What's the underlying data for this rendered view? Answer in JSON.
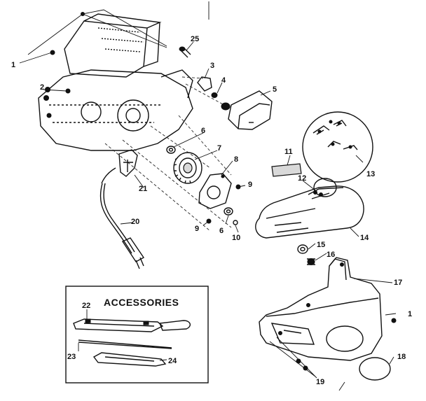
{
  "accessories_title": "ACCESSORIES",
  "callouts": {
    "c1a": "1",
    "c1b": "1",
    "c2": "2",
    "c3": "3",
    "c4": "4",
    "c5": "5",
    "c6a": "6",
    "c6b": "6",
    "c7": "7",
    "c8": "8",
    "c9a": "9",
    "c9b": "9",
    "c10": "10",
    "c11": "11",
    "c12": "12",
    "c13": "13",
    "c14": "14",
    "c15": "15",
    "c16": "16",
    "c17": "17",
    "c18": "18",
    "c19": "19",
    "c20": "20",
    "c21": "21",
    "c22": "22",
    "c23": "23",
    "c24": "24",
    "c25": "25"
  }
}
